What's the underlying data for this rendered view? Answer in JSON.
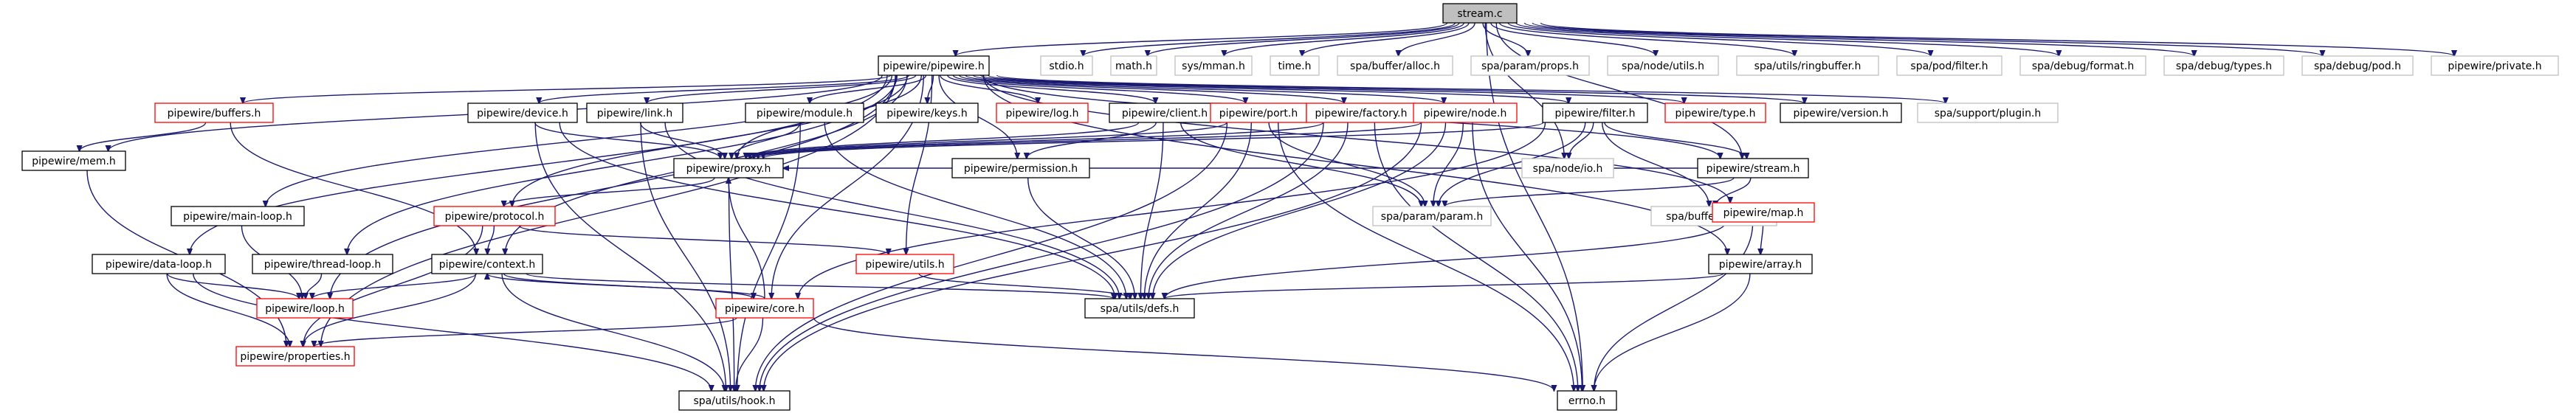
{
  "colors": {
    "edge": "#191970",
    "border_normal": "#000000",
    "border_linked": "#ff0000",
    "border_external": "#bfbfbf",
    "fill_root": "#bfbfbf",
    "fill_default": "#ffffff",
    "text": "#000000"
  },
  "nodes": [
    {
      "id": "stream_c",
      "label": "stream.c",
      "kind": "root"
    },
    {
      "id": "pipewire_h",
      "label": "pipewire/pipewire.h",
      "kind": "normal"
    },
    {
      "id": "stdio_h",
      "label": "stdio.h",
      "kind": "external"
    },
    {
      "id": "math_h",
      "label": "math.h",
      "kind": "external"
    },
    {
      "id": "sys_mman_h",
      "label": "sys/mman.h",
      "kind": "external"
    },
    {
      "id": "time_h",
      "label": "time.h",
      "kind": "external"
    },
    {
      "id": "spa_buffer_alloc_h",
      "label": "spa/buffer/alloc.h",
      "kind": "external"
    },
    {
      "id": "spa_param_props_h",
      "label": "spa/param/props.h",
      "kind": "external"
    },
    {
      "id": "spa_node_utils_h",
      "label": "spa/node/utils.h",
      "kind": "external"
    },
    {
      "id": "spa_utils_ringbuffer_h",
      "label": "spa/utils/ringbuffer.h",
      "kind": "external"
    },
    {
      "id": "spa_pod_filter_h",
      "label": "spa/pod/filter.h",
      "kind": "external"
    },
    {
      "id": "spa_debug_format_h",
      "label": "spa/debug/format.h",
      "kind": "external"
    },
    {
      "id": "spa_debug_types_h",
      "label": "spa/debug/types.h",
      "kind": "external"
    },
    {
      "id": "spa_debug_pod_h",
      "label": "spa/debug/pod.h",
      "kind": "external"
    },
    {
      "id": "pipewire_private_h",
      "label": "pipewire/private.h",
      "kind": "external"
    },
    {
      "id": "buffers_h",
      "label": "pipewire/buffers.h",
      "kind": "linked"
    },
    {
      "id": "device_h",
      "label": "pipewire/device.h",
      "kind": "normal"
    },
    {
      "id": "link_h",
      "label": "pipewire/link.h",
      "kind": "normal"
    },
    {
      "id": "module_h",
      "label": "pipewire/module.h",
      "kind": "normal"
    },
    {
      "id": "keys_h",
      "label": "pipewire/keys.h",
      "kind": "normal"
    },
    {
      "id": "log_h",
      "label": "pipewire/log.h",
      "kind": "linked"
    },
    {
      "id": "client_h",
      "label": "pipewire/client.h",
      "kind": "normal"
    },
    {
      "id": "port_h",
      "label": "pipewire/port.h",
      "kind": "linked"
    },
    {
      "id": "factory_h",
      "label": "pipewire/factory.h",
      "kind": "linked"
    },
    {
      "id": "node_h",
      "label": "pipewire/node.h",
      "kind": "linked"
    },
    {
      "id": "filter_h",
      "label": "pipewire/filter.h",
      "kind": "normal"
    },
    {
      "id": "type_h",
      "label": "pipewire/type.h",
      "kind": "linked"
    },
    {
      "id": "version_h",
      "label": "pipewire/version.h",
      "kind": "normal"
    },
    {
      "id": "spa_support_plugin_h",
      "label": "spa/support/plugin.h",
      "kind": "external"
    },
    {
      "id": "mem_h",
      "label": "pipewire/mem.h",
      "kind": "normal"
    },
    {
      "id": "proxy_h",
      "label": "pipewire/proxy.h",
      "kind": "normal"
    },
    {
      "id": "permission_h",
      "label": "pipewire/permission.h",
      "kind": "normal"
    },
    {
      "id": "spa_node_io_h",
      "label": "spa/node/io.h",
      "kind": "external"
    },
    {
      "id": "stream_h",
      "label": "pipewire/stream.h",
      "kind": "normal"
    },
    {
      "id": "main_loop_h",
      "label": "pipewire/main-loop.h",
      "kind": "normal"
    },
    {
      "id": "protocol_h",
      "label": "pipewire/protocol.h",
      "kind": "linked"
    },
    {
      "id": "spa_param_param_h",
      "label": "spa/param/param.h",
      "kind": "external"
    },
    {
      "id": "spa_buffer_buffer_h",
      "label": "spa/buffer/buffer.h",
      "kind": "external"
    },
    {
      "id": "map_h",
      "label": "pipewire/map.h",
      "kind": "linked"
    },
    {
      "id": "data_loop_h",
      "label": "pipewire/data-loop.h",
      "kind": "normal"
    },
    {
      "id": "thread_loop_h",
      "label": "pipewire/thread-loop.h",
      "kind": "normal"
    },
    {
      "id": "context_h",
      "label": "pipewire/context.h",
      "kind": "normal"
    },
    {
      "id": "utils_h",
      "label": "pipewire/utils.h",
      "kind": "linked"
    },
    {
      "id": "array_h",
      "label": "pipewire/array.h",
      "kind": "normal"
    },
    {
      "id": "loop_h",
      "label": "pipewire/loop.h",
      "kind": "linked"
    },
    {
      "id": "spa_utils_defs_h",
      "label": "spa/utils/defs.h",
      "kind": "normal"
    },
    {
      "id": "core_h",
      "label": "pipewire/core.h",
      "kind": "linked"
    },
    {
      "id": "properties_h",
      "label": "pipewire/properties.h",
      "kind": "linked"
    },
    {
      "id": "spa_utils_hook_h",
      "label": "spa/utils/hook.h",
      "kind": "normal"
    },
    {
      "id": "errno_h",
      "label": "errno.h",
      "kind": "normal"
    }
  ],
  "edges": [
    [
      "stream_c",
      "pipewire_h"
    ],
    [
      "stream_c",
      "stdio_h"
    ],
    [
      "stream_c",
      "math_h"
    ],
    [
      "stream_c",
      "sys_mman_h"
    ],
    [
      "stream_c",
      "time_h"
    ],
    [
      "stream_c",
      "spa_buffer_alloc_h"
    ],
    [
      "stream_c",
      "spa_param_props_h"
    ],
    [
      "stream_c",
      "spa_node_utils_h"
    ],
    [
      "stream_c",
      "spa_utils_ringbuffer_h"
    ],
    [
      "stream_c",
      "spa_pod_filter_h"
    ],
    [
      "stream_c",
      "spa_debug_format_h"
    ],
    [
      "stream_c",
      "spa_debug_types_h"
    ],
    [
      "stream_c",
      "spa_debug_pod_h"
    ],
    [
      "stream_c",
      "pipewire_private_h"
    ],
    [
      "stream_c",
      "stream_h"
    ],
    [
      "stream_c",
      "spa_node_io_h"
    ],
    [
      "stream_c",
      "errno_h"
    ],
    [
      "pipewire_h",
      "buffers_h"
    ],
    [
      "pipewire_h",
      "mem_h"
    ],
    [
      "pipewire_h",
      "properties_h"
    ],
    [
      "pipewire_h",
      "data_loop_h"
    ],
    [
      "pipewire_h",
      "context_h"
    ],
    [
      "pipewire_h",
      "protocol_h"
    ],
    [
      "pipewire_h",
      "main_loop_h"
    ],
    [
      "pipewire_h",
      "thread_loop_h"
    ],
    [
      "pipewire_h",
      "loop_h"
    ],
    [
      "pipewire_h",
      "device_h"
    ],
    [
      "pipewire_h",
      "link_h"
    ],
    [
      "pipewire_h",
      "proxy_h"
    ],
    [
      "pipewire_h",
      "core_h"
    ],
    [
      "pipewire_h",
      "module_h"
    ],
    [
      "pipewire_h",
      "keys_h"
    ],
    [
      "pipewire_h",
      "log_h"
    ],
    [
      "pipewire_h",
      "utils_h"
    ],
    [
      "pipewire_h",
      "client_h"
    ],
    [
      "pipewire_h",
      "permission_h"
    ],
    [
      "pipewire_h",
      "port_h"
    ],
    [
      "pipewire_h",
      "factory_h"
    ],
    [
      "pipewire_h",
      "node_h"
    ],
    [
      "pipewire_h",
      "filter_h"
    ],
    [
      "pipewire_h",
      "stream_h"
    ],
    [
      "pipewire_h",
      "type_h"
    ],
    [
      "pipewire_h",
      "version_h"
    ],
    [
      "pipewire_h",
      "spa_support_plugin_h"
    ],
    [
      "pipewire_h",
      "map_h"
    ],
    [
      "pipewire_h",
      "array_h"
    ],
    [
      "buffers_h",
      "mem_h"
    ],
    [
      "buffers_h",
      "context_h"
    ],
    [
      "mem_h",
      "properties_h"
    ],
    [
      "device_h",
      "proxy_h"
    ],
    [
      "device_h",
      "spa_utils_defs_h"
    ],
    [
      "device_h",
      "spa_utils_hook_h"
    ],
    [
      "link_h",
      "proxy_h"
    ],
    [
      "link_h",
      "spa_utils_defs_h"
    ],
    [
      "link_h",
      "spa_utils_hook_h"
    ],
    [
      "module_h",
      "proxy_h"
    ],
    [
      "module_h",
      "spa_utils_defs_h"
    ],
    [
      "module_h",
      "spa_utils_hook_h"
    ],
    [
      "client_h",
      "proxy_h"
    ],
    [
      "client_h",
      "permission_h"
    ],
    [
      "client_h",
      "spa_utils_defs_h"
    ],
    [
      "client_h",
      "spa_param_param_h"
    ],
    [
      "port_h",
      "proxy_h"
    ],
    [
      "port_h",
      "spa_utils_defs_h"
    ],
    [
      "port_h",
      "spa_utils_hook_h"
    ],
    [
      "port_h",
      "spa_param_param_h"
    ],
    [
      "port_h",
      "errno_h"
    ],
    [
      "factory_h",
      "proxy_h"
    ],
    [
      "factory_h",
      "spa_utils_defs_h"
    ],
    [
      "factory_h",
      "spa_utils_hook_h"
    ],
    [
      "factory_h",
      "errno_h"
    ],
    [
      "node_h",
      "proxy_h"
    ],
    [
      "node_h",
      "spa_utils_defs_h"
    ],
    [
      "node_h",
      "spa_utils_hook_h"
    ],
    [
      "node_h",
      "spa_param_param_h"
    ],
    [
      "node_h",
      "errno_h"
    ],
    [
      "filter_h",
      "proxy_h"
    ],
    [
      "filter_h",
      "stream_h"
    ],
    [
      "filter_h",
      "spa_node_io_h"
    ],
    [
      "filter_h",
      "spa_param_param_h"
    ],
    [
      "filter_h",
      "spa_buffer_buffer_h"
    ],
    [
      "filter_h",
      "core_h"
    ],
    [
      "stream_h",
      "proxy_h"
    ],
    [
      "stream_h",
      "spa_param_param_h"
    ],
    [
      "stream_h",
      "spa_buffer_buffer_h"
    ],
    [
      "proxy_h",
      "protocol_h"
    ],
    [
      "proxy_h",
      "spa_utils_hook_h"
    ],
    [
      "permission_h",
      "spa_utils_defs_h"
    ],
    [
      "main_loop_h",
      "loop_h"
    ],
    [
      "thread_loop_h",
      "loop_h"
    ],
    [
      "protocol_h",
      "context_h"
    ],
    [
      "protocol_h",
      "utils_h"
    ],
    [
      "protocol_h",
      "properties_h"
    ],
    [
      "data_loop_h",
      "loop_h"
    ],
    [
      "data_loop_h",
      "properties_h"
    ],
    [
      "data_loop_h",
      "spa_utils_hook_h"
    ],
    [
      "context_h",
      "loop_h"
    ],
    [
      "context_h",
      "core_h"
    ],
    [
      "context_h",
      "properties_h"
    ],
    [
      "context_h",
      "spa_utils_defs_h"
    ],
    [
      "context_h",
      "spa_utils_hook_h"
    ],
    [
      "utils_h",
      "spa_utils_defs_h"
    ],
    [
      "core_h",
      "proxy_h"
    ],
    [
      "core_h",
      "context_h"
    ],
    [
      "core_h",
      "properties_h"
    ],
    [
      "core_h",
      "spa_utils_hook_h"
    ],
    [
      "core_h",
      "errno_h"
    ],
    [
      "map_h",
      "spa_utils_defs_h"
    ],
    [
      "map_h",
      "array_h"
    ],
    [
      "map_h",
      "errno_h"
    ],
    [
      "array_h",
      "spa_utils_defs_h"
    ],
    [
      "array_h",
      "errno_h"
    ]
  ]
}
